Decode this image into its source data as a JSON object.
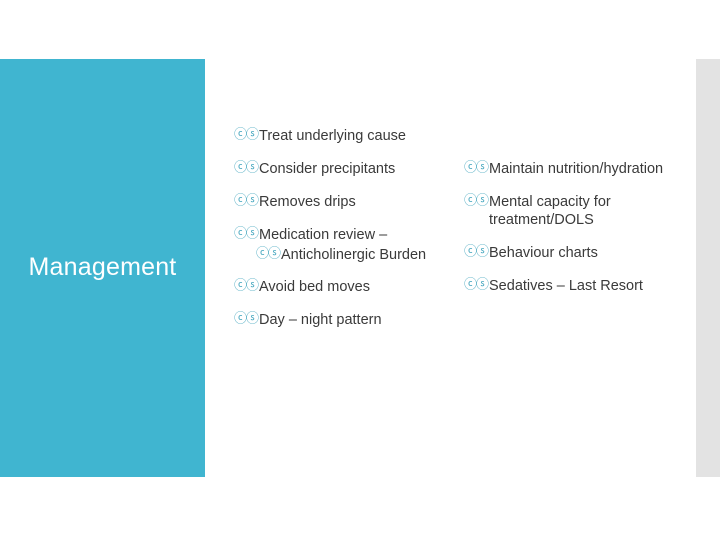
{
  "slide": {
    "title": "Management",
    "bullet_glyph": "ⓒⓢ",
    "colors": {
      "panel_teal": "#40b5d0",
      "title_text": "#ffffff",
      "body_text": "#3a3a3a",
      "bullet_mark": "#4aa9c0",
      "right_strip_gray": "#e3e3e3",
      "background": "#ffffff"
    },
    "columns": [
      {
        "name": "left-column",
        "items": [
          {
            "text": "Treat underlying cause",
            "level": 1
          },
          {
            "text": "Consider precipitants",
            "level": 1
          },
          {
            "text": "Removes drips",
            "level": 1
          },
          {
            "text": "Medication review –",
            "level": 1
          },
          {
            "text": "Anticholinergic Burden",
            "level": 2
          },
          {
            "text": "Avoid bed moves",
            "level": 1
          },
          {
            "text": "Day – night pattern",
            "level": 1
          }
        ]
      },
      {
        "name": "right-column",
        "items": [
          {
            "text": "Maintain nutrition/hydration",
            "level": 1
          },
          {
            "text": "Mental capacity for treatment/DOLS",
            "level": 1
          },
          {
            "text": "Behaviour charts",
            "level": 1
          },
          {
            "text": "Sedatives – Last Resort",
            "level": 1
          }
        ]
      }
    ]
  }
}
